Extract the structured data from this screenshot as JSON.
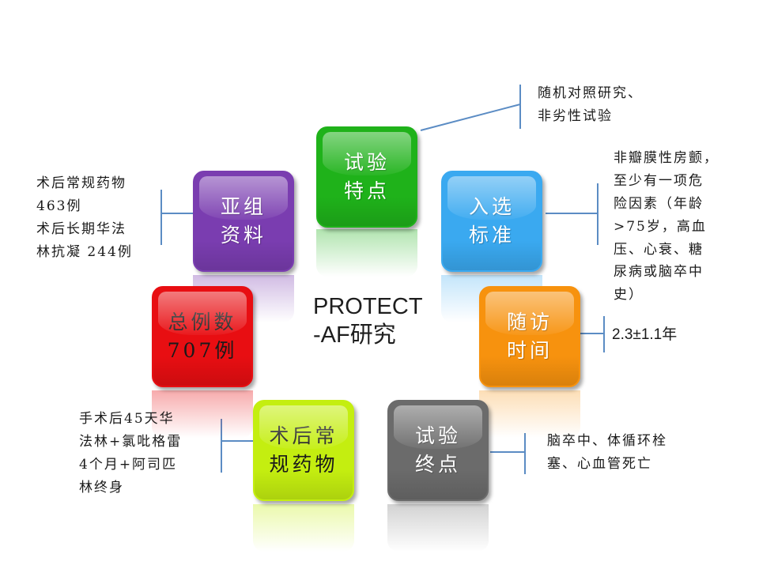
{
  "center": {
    "title": "PROTECT\n-AF研究"
  },
  "boxes": {
    "trial_features": {
      "label": "试验\n特点",
      "color": "#1fb21a"
    },
    "inclusion": {
      "label": "入选\n标准",
      "color": "#3aa9f0"
    },
    "followup": {
      "label": "随访\n时间",
      "color": "#f7920e"
    },
    "endpoint": {
      "label": "试验\n终点",
      "color": "#6b6b6b"
    },
    "routine_drug": {
      "label": "术后常\n规药物",
      "color": "#c4ee10"
    },
    "total_cases": {
      "label": "总例数\n707例",
      "color": "#e80e12"
    },
    "subgroup": {
      "label": "亚组\n资料",
      "color": "#7a3db0"
    }
  },
  "notes": {
    "trial_features": "随机对照研究、\n非劣性试验",
    "inclusion": "非瓣膜性房颤，\n至少有一项危\n险因素（年龄\n>75岁，高血\n压、心衰、糖\n尿病或脑卒中\n史）",
    "followup": "2.3±1.1年",
    "endpoint": "脑卒中、体循环栓\n塞、心血管死亡",
    "routine_drug": "手术后45天华\n法林+氯吡格雷\n4个月+阿司匹\n林终身",
    "subgroup": "术后常规药物\n463例\n术后长期华法\n林抗凝 244例"
  }
}
